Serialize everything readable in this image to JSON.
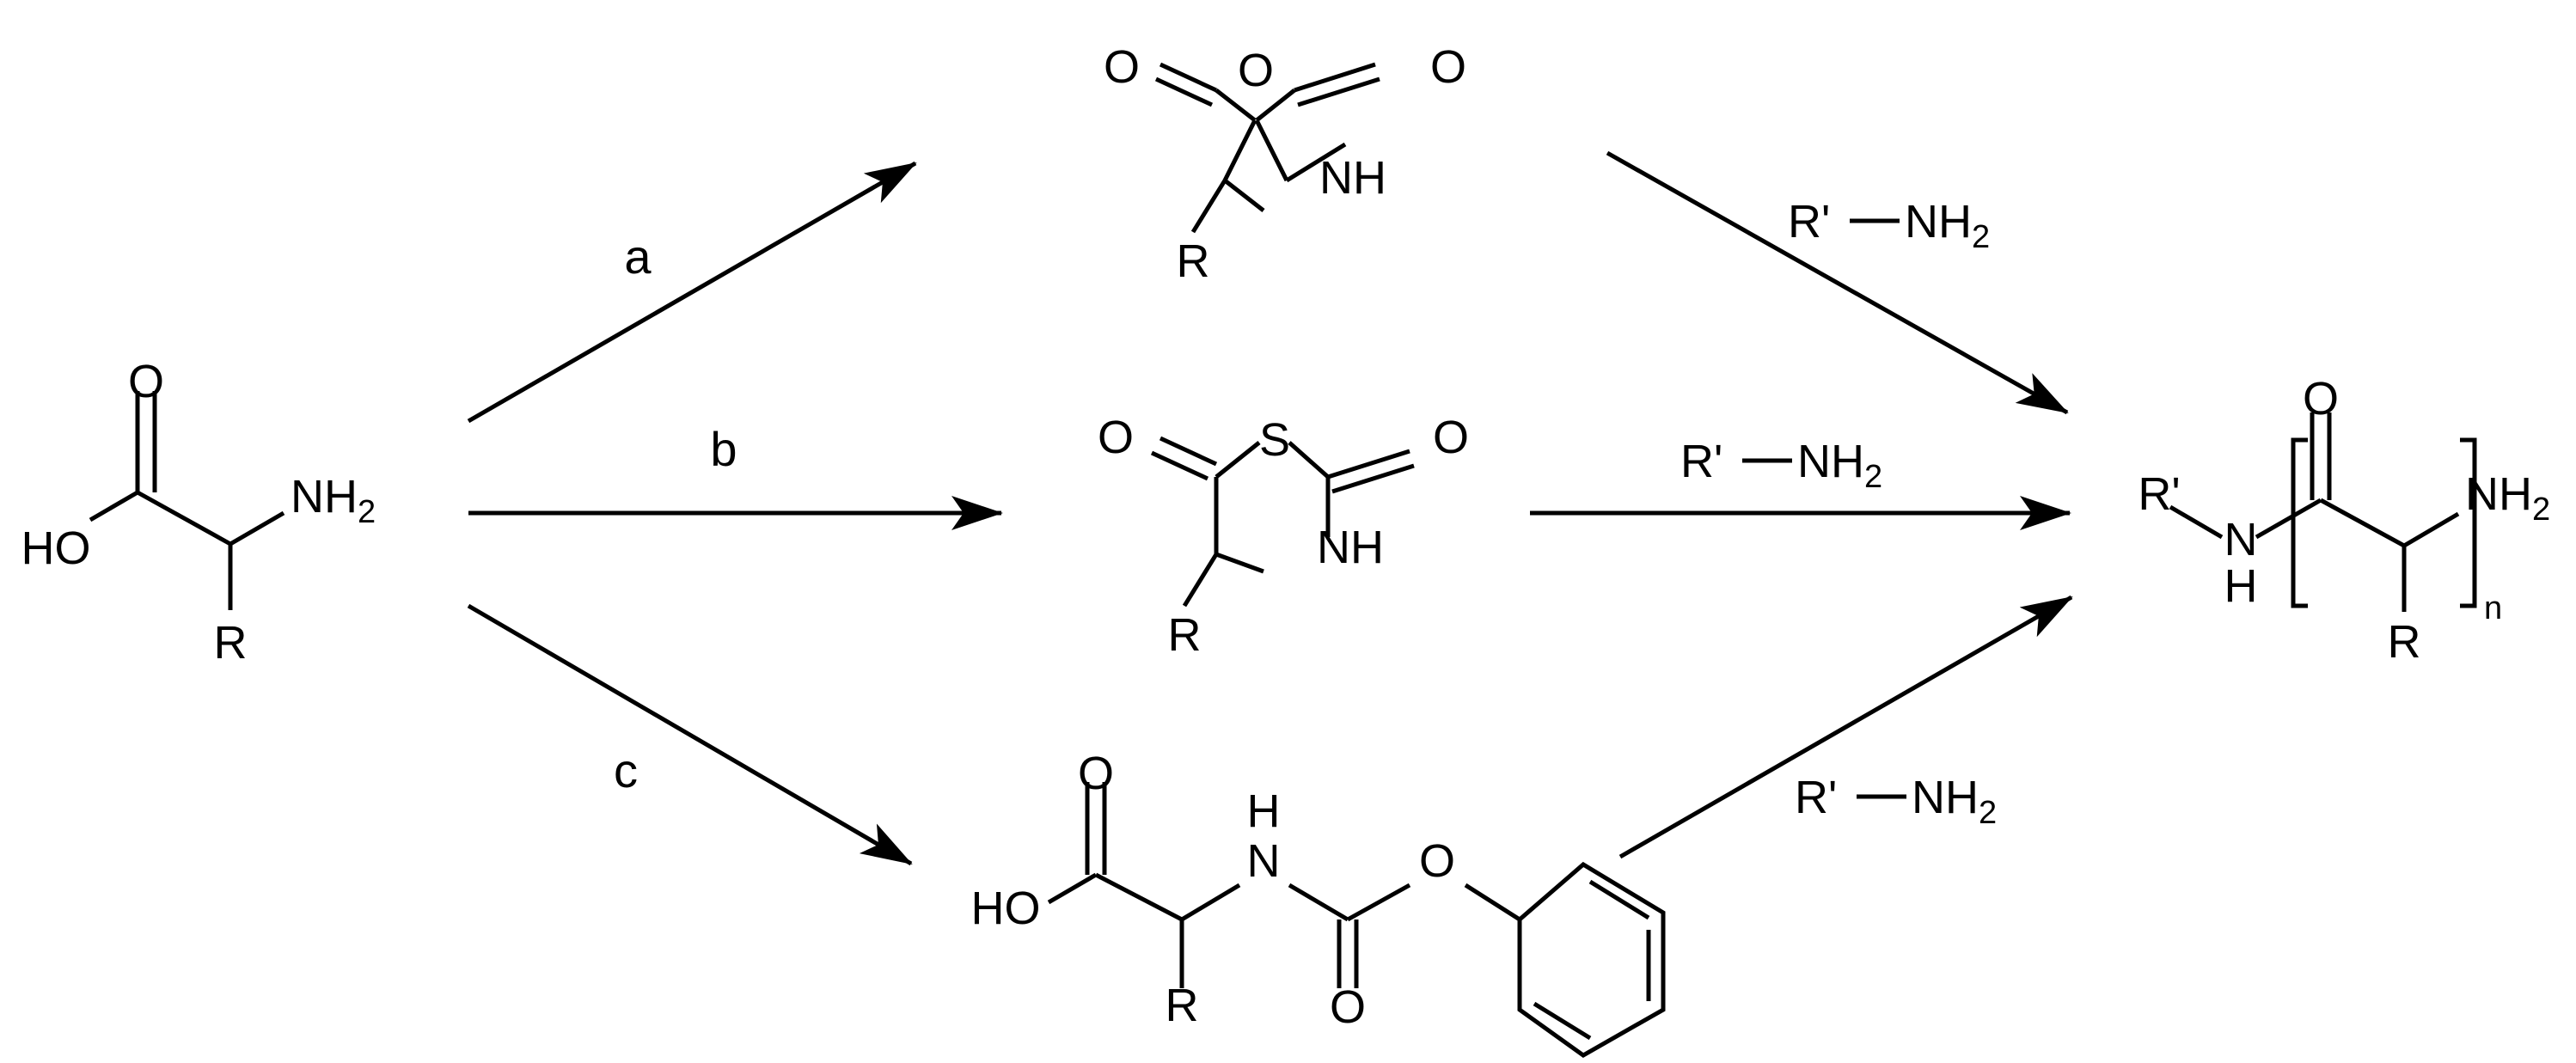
{
  "atoms": {
    "O": "O",
    "OH": "HO",
    "NH": "NH",
    "N": "N",
    "H": "H",
    "S": "S",
    "R": "R",
    "NH2_main": "NH",
    "sub2": "2",
    "R_prime": "R'",
    "n": "n"
  },
  "steps": {
    "a": "a",
    "b": "b",
    "c": "c"
  },
  "reagent": {
    "r_prime": "R'",
    "nh": "NH",
    "sub": "2"
  },
  "colors": {
    "ink": "#000000",
    "background": "#ffffff"
  }
}
